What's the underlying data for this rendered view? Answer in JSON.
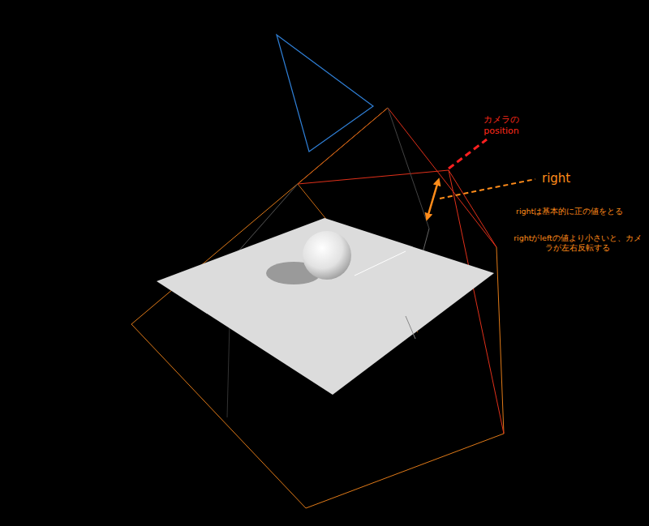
{
  "diagram": {
    "labels": [
      "カメラの position",
      "right",
      "rightは基本的に正の値をとる",
      "rightがleftの値より小さいと、カメラが左右反転する"
    ]
  }
}
